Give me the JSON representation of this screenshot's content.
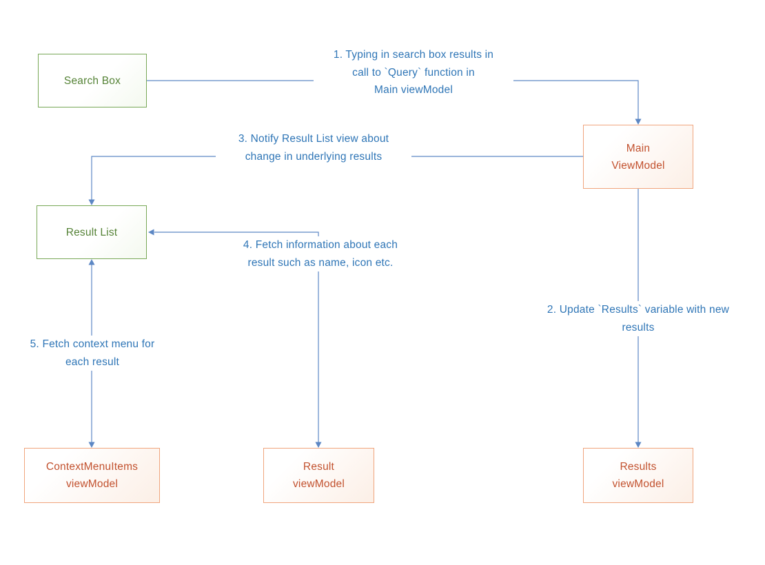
{
  "diagram": {
    "title": "Search MVVM flow diagram",
    "nodes": {
      "search_box": {
        "label": "Search Box"
      },
      "main_viewmodel": {
        "label": "Main\nViewModel"
      },
      "result_list": {
        "label": "Result List"
      },
      "contextmenuitems_viewmodel": {
        "label": "ContextMenuItems\nviewModel"
      },
      "result_viewmodel": {
        "label": "Result\nviewModel"
      },
      "results_viewmodel": {
        "label": "Results\nviewModel"
      }
    },
    "annotations": {
      "step1": "1. Typing in search box results in\ncall to `Query` function in\nMain viewModel",
      "step2": "2. Update `Results` variable with new\nresults",
      "step3": "3. Notify Result List view about\nchange in underlying results",
      "step4": "4. Fetch information about each\nresult such as name, icon etc.",
      "step5": "5. Fetch context menu for\neach result"
    },
    "colors": {
      "green_node_border": "#77a755",
      "green_node_text": "#548235",
      "orange_node_border": "#f0a47c",
      "orange_node_text": "#c2512e",
      "connector": "#5c87c4",
      "annotation_text": "#2e75b6",
      "background": "#ffffff"
    }
  }
}
